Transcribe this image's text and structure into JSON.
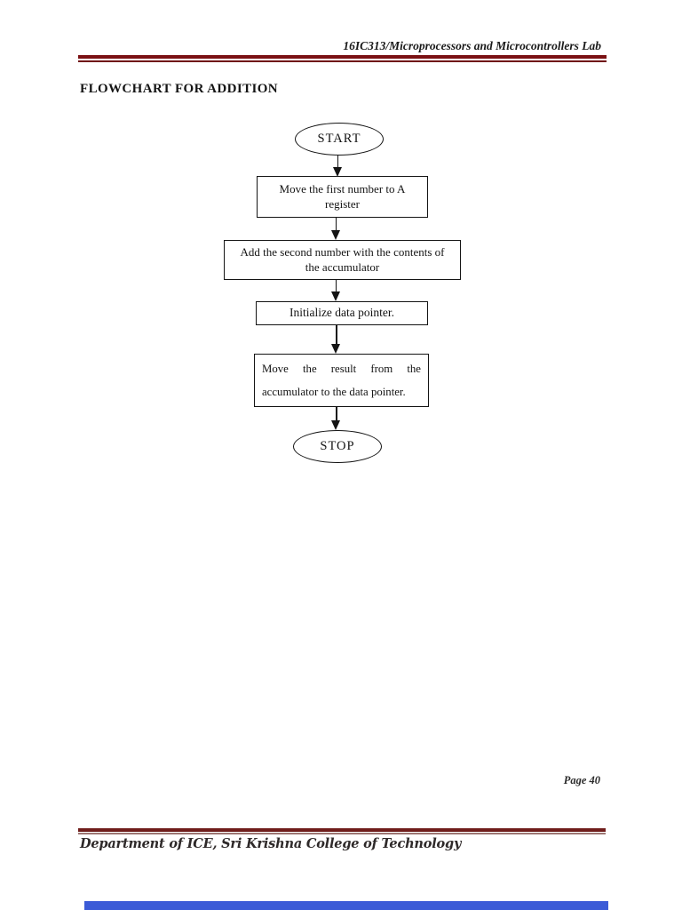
{
  "header": {
    "course_code_title": "16IC313/Microprocessors and Microcontrollers Lab"
  },
  "document": {
    "title": "FLOWCHART FOR ADDITION"
  },
  "flowchart": {
    "start": "START",
    "stop": "STOP",
    "steps": [
      {
        "line1": "Move the first number to A",
        "line2": "register"
      },
      {
        "line1": "Add the second number with the contents of",
        "line2": "the accumulator"
      },
      {
        "line1": "Initialize data pointer."
      },
      {
        "line1": "Move the result from the",
        "line2": "accumulator to the data pointer."
      }
    ]
  },
  "footer": {
    "page_number": "Page 40",
    "department": "Department of ICE, Sri Krishna College of Technology"
  },
  "colors": {
    "header_rule_maroon": "#7a1113",
    "footer_rule_maroon": "#6f1d1b",
    "page_separator_blue": "#3b5bd7",
    "ink": "#141414"
  }
}
